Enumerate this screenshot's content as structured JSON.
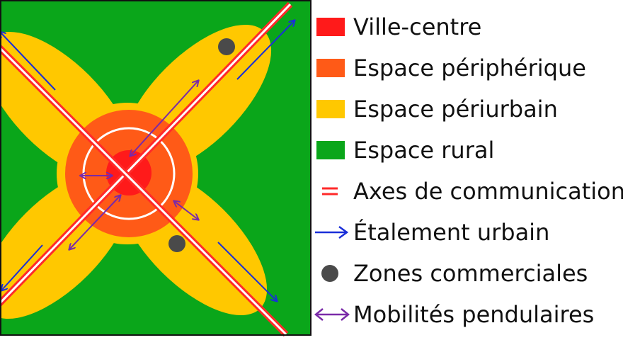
{
  "legend": {
    "items": [
      {
        "label": "Ville-centre",
        "symbol": "swatch",
        "color": "#ff1a1a"
      },
      {
        "label": "Espace périphérique",
        "symbol": "swatch",
        "color": "#ff5a17"
      },
      {
        "label": "Espace périurbain",
        "symbol": "swatch",
        "color": "#ffc800"
      },
      {
        "label": "Espace rural",
        "symbol": "swatch",
        "color": "#0aa61a"
      },
      {
        "label": "Axes de communication",
        "symbol": "road-lines",
        "color": "#ff2a2a"
      },
      {
        "label": "Étalement urbain",
        "symbol": "arrow-right",
        "color": "#1a2fd8"
      },
      {
        "label": "Zones commerciales",
        "symbol": "dot",
        "color": "#4a4a4a"
      },
      {
        "label": "Mobilités pendulaires",
        "symbol": "double-arrow",
        "color": "#7a2aa8"
      }
    ]
  }
}
